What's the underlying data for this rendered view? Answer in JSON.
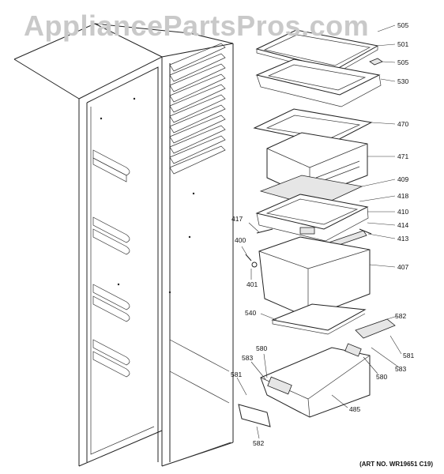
{
  "watermark": "AppliancePartsPros.com",
  "art_no": "(ART NO. WR19651 C19)",
  "callouts": {
    "c505a": "505",
    "c501": "501",
    "c505b": "505",
    "c530": "530",
    "c470": "470",
    "c471": "471",
    "c409": "409",
    "c418": "418",
    "c417": "417",
    "c410": "410",
    "c414": "414",
    "c400": "400",
    "c413": "413",
    "c407": "407",
    "c401": "401",
    "c540": "540",
    "c582a": "582",
    "c580a": "580",
    "c581a": "581",
    "c583a": "583",
    "c583b": "583",
    "c580b": "580",
    "c581b": "581",
    "c485": "485",
    "c582b": "582"
  }
}
